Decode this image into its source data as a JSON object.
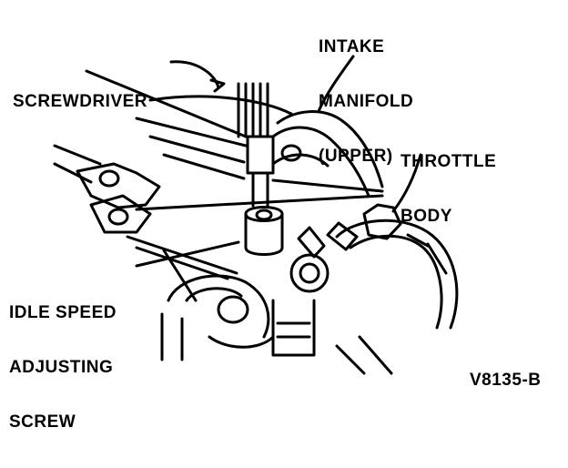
{
  "labels": {
    "intake_manifold": [
      "INTAKE",
      "MANIFOLD",
      "(UPPER)"
    ],
    "screwdriver": [
      "SCREWDRIVER"
    ],
    "throttle_body": [
      "THROTTLE",
      "BODY"
    ],
    "idle_speed_adjusting_screw": [
      "IDLE SPEED",
      "ADJUSTING",
      "SCREW"
    ]
  },
  "figure_id": "V8135-B",
  "colors": {
    "ink": "#000000",
    "paper": "#ffffff"
  }
}
